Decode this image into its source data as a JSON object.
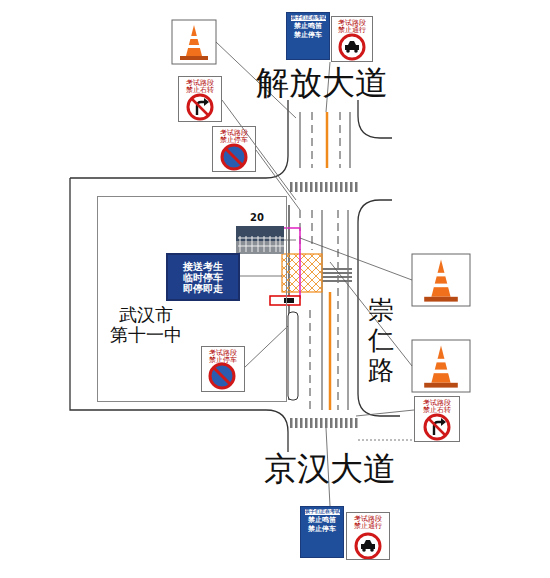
{
  "diagram": {
    "nodes": [
      {
        "text": [
          "孩子们正在考试",
          "禁止鸣笛",
          "禁止停车"
        ]
      },
      {
        "text": [
          "考试路段 禁止通行"
        ]
      },
      {
        "text": [
          "考试路段 禁止右转"
        ]
      },
      {
        "text": [
          "考试路段 禁止停车"
        ]
      },
      {
        "text": [
          "武汉市 第十一中"
        ]
      },
      {
        "text": [
          "接送考生",
          "临时停车",
          "即停即走"
        ],
        "in": 4
      },
      {
        "text": [
          "考试路段 禁止停车"
        ],
        "in": 4
      },
      {
        "text": [
          "考试路段 禁止右转"
        ]
      },
      {
        "text": [
          "孩子们正在考试",
          "禁止鸣笛",
          "禁止停车"
        ]
      },
      {
        "text": [
          "考试路段 禁止通行"
        ]
      }
    ],
    "labels": [
      "解放大道",
      "20",
      "崇仁路",
      "京汉大道"
    ]
  }
}
